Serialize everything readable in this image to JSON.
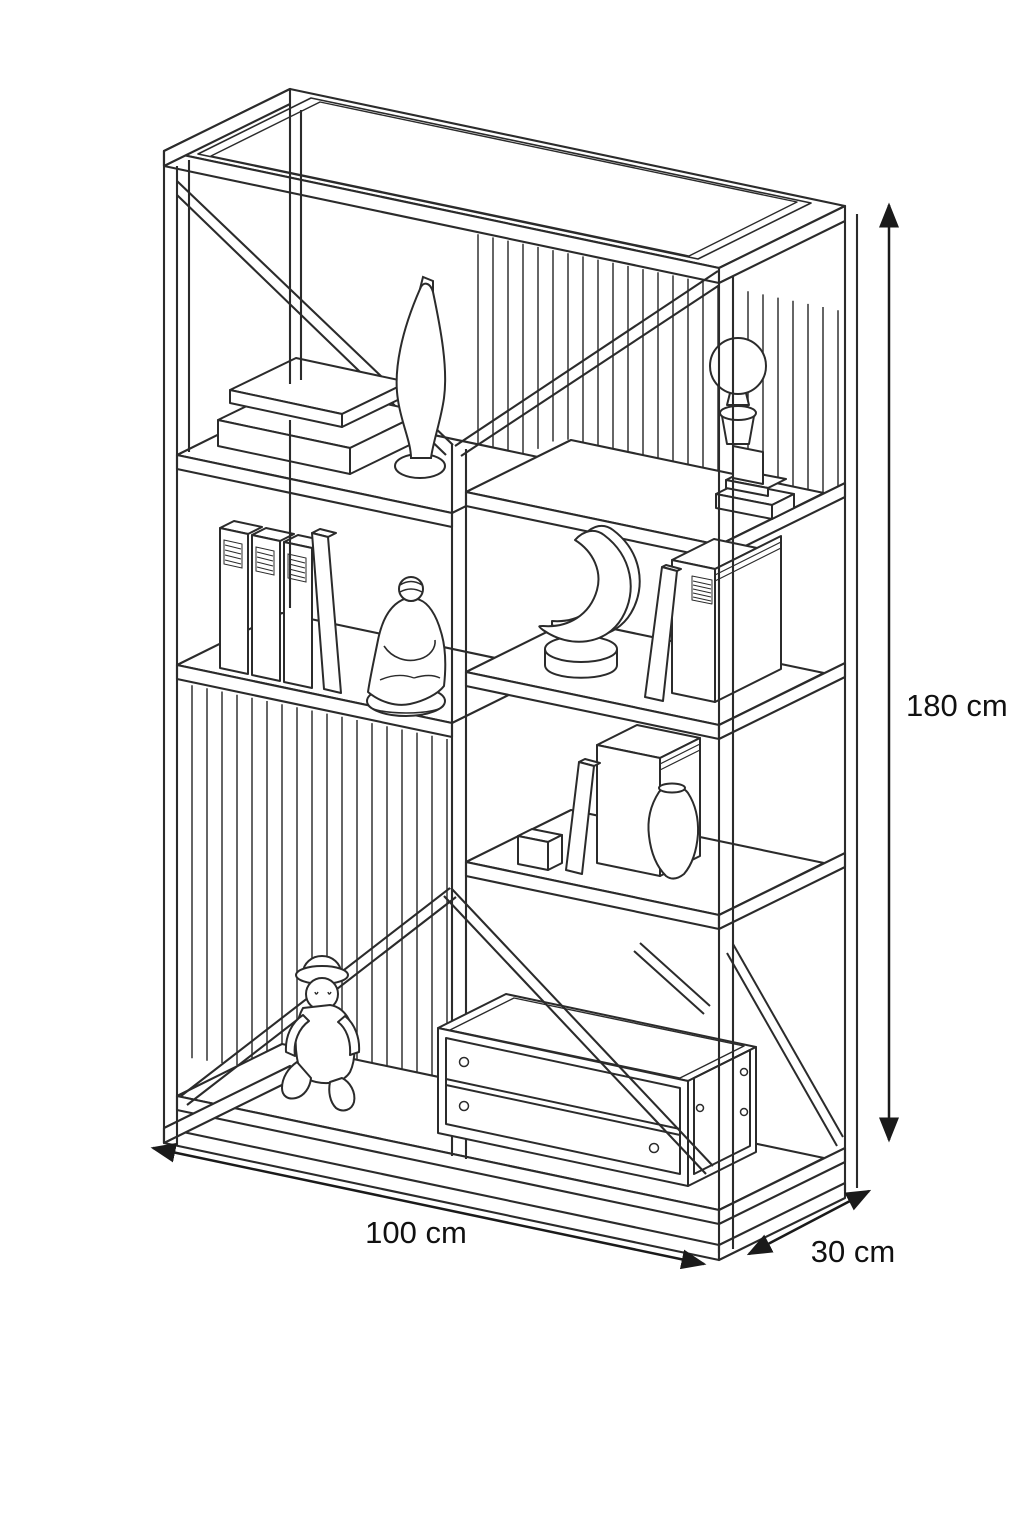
{
  "diagram": {
    "subject": "isometric line drawing of an open etagere bookshelf with decorative items",
    "background_color": "#ffffff",
    "line_color": "#2b2b2b",
    "dimension_line_color": "#1a1a1a",
    "text_color": "#111111",
    "dimensions": {
      "height_label": "180 cm",
      "width_label": "100 cm",
      "depth_label": "30 cm"
    },
    "shelf_items": [
      "two stacked books",
      "tall slender vase",
      "three ring binders",
      "leaning book",
      "seated figurine",
      "crescent moon sculpture on round base",
      "trophy with sphere finial",
      "upright and leaning books",
      "small decor cube",
      "bud vase",
      "teddy bear",
      "wooden crate with screws"
    ]
  }
}
